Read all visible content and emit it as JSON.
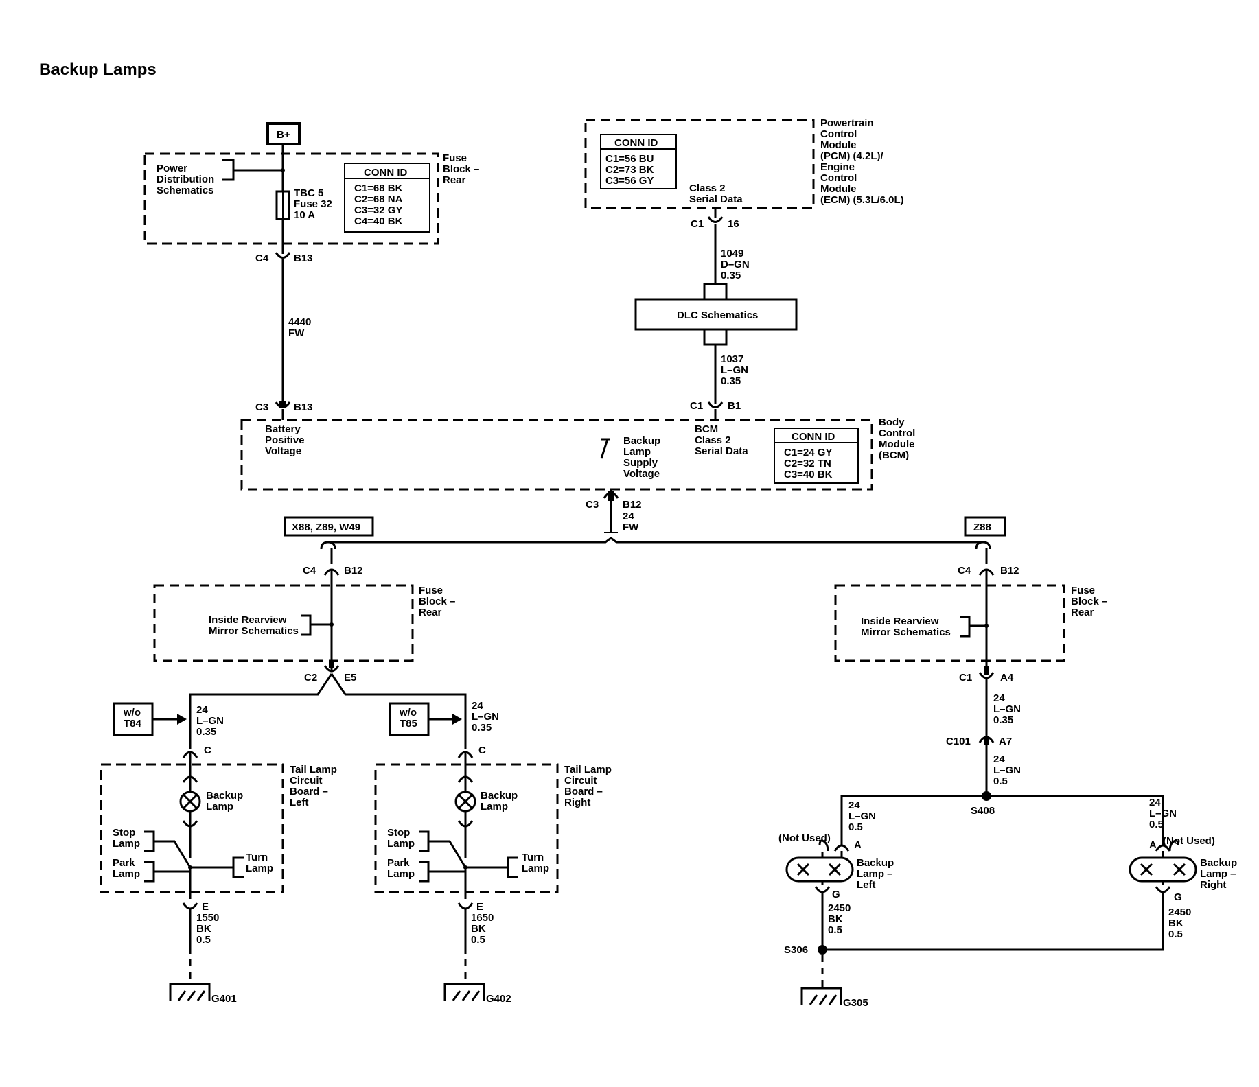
{
  "title": "Backup Lamps",
  "bplus": "B+",
  "fuse_rear": {
    "label": [
      "Fuse",
      "Block –",
      "Rear"
    ],
    "pds": [
      "Power",
      "Distribution",
      "Schematics"
    ],
    "fuse": [
      "TBC 5",
      "Fuse 32",
      "10 A"
    ],
    "conn_title": "CONN ID",
    "conn": [
      "C1=68 BK",
      "C2=68 NA",
      "C3=32 GY",
      "C4=40 BK"
    ],
    "conn_top": [
      "C4",
      "B13"
    ],
    "wire": [
      "4440",
      "FW"
    ]
  },
  "pcm": {
    "label": [
      "Powertrain",
      "Control",
      "Module",
      "(PCM) (4.2L)/",
      "Engine",
      "Control",
      "Module",
      "(ECM) (5.3L/6.0L)"
    ],
    "conn_title": "CONN ID",
    "conn": [
      "C1=56 BU",
      "C2=73 BK",
      "C3=56 GY"
    ],
    "pin_label": [
      "Class 2",
      "Serial Data"
    ],
    "pin": [
      "C1",
      "16"
    ],
    "wire": [
      "1049",
      "D–GN",
      "0.35"
    ]
  },
  "dlc": "DLC Schematics",
  "dlc_wire": [
    "1037",
    "L–GN",
    "0.35"
  ],
  "bcm": {
    "label": [
      "Body",
      "Control",
      "Module",
      "(BCM)"
    ],
    "conn_title": "CONN ID",
    "conn": [
      "C1=24 GY",
      "C2=32 TN",
      "C3=40 BK"
    ],
    "batt": [
      "Battery",
      "Positive",
      "Voltage"
    ],
    "batt_pin": [
      "C3",
      "B13"
    ],
    "serial_pin": [
      "C1",
      "B1"
    ],
    "serial": [
      "BCM",
      "Class 2",
      "Serial Data"
    ],
    "backup": [
      "Backup",
      "Lamp",
      "Supply",
      "Voltage"
    ],
    "out_pin": [
      "C3",
      "B12"
    ],
    "out_wire": [
      "24",
      "FW"
    ]
  },
  "opt_left": "X88, Z89, W49",
  "opt_right": "Z88",
  "fb_left": {
    "pin": [
      "C4",
      "B12"
    ],
    "label": [
      "Fuse",
      "Block –",
      "Rear"
    ],
    "mirror": [
      "Inside Rearview",
      "Mirror Schematics"
    ],
    "out_pin": [
      "C2",
      "E5"
    ]
  },
  "fb_right": {
    "pin": [
      "C4",
      "B12"
    ],
    "label": [
      "Fuse",
      "Block –",
      "Rear"
    ],
    "mirror": [
      "Inside Rearview",
      "Mirror Schematics"
    ],
    "out_pin": [
      "C1",
      "A4"
    ]
  },
  "tail_left": {
    "option": [
      "w/o",
      "T84"
    ],
    "wire": [
      "24",
      "L–GN",
      "0.35"
    ],
    "pin_in": "C",
    "label": [
      "Tail Lamp",
      "Circuit",
      "Board –",
      "Left"
    ],
    "lamp": [
      "Backup",
      "Lamp"
    ],
    "stop": [
      "Stop",
      "Lamp"
    ],
    "park": [
      "Park",
      "Lamp"
    ],
    "turn": [
      "Turn",
      "Lamp"
    ],
    "pin_out": "E",
    "gwire": [
      "1550",
      "BK",
      "0.5"
    ],
    "ground": "G401"
  },
  "tail_right": {
    "option": [
      "w/o",
      "T85"
    ],
    "wire": [
      "24",
      "L–GN",
      "0.35"
    ],
    "pin_in": "C",
    "label": [
      "Tail Lamp",
      "Circuit",
      "Board –",
      "Right"
    ],
    "lamp": [
      "Backup",
      "Lamp"
    ],
    "stop": [
      "Stop",
      "Lamp"
    ],
    "park": [
      "Park",
      "Lamp"
    ],
    "turn": [
      "Turn",
      "Lamp"
    ],
    "pin_out": "E",
    "gwire": [
      "1650",
      "BK",
      "0.5"
    ],
    "ground": "G402"
  },
  "right_branch": {
    "wire1": [
      "24",
      "L–GN",
      "0.35"
    ],
    "c101": [
      "C101",
      "A7"
    ],
    "wire2": [
      "24",
      "L–GN",
      "0.5"
    ],
    "splice": "S408",
    "wire_l": [
      "24",
      "L–GN",
      "0.5"
    ],
    "wire_r": [
      "24",
      "L–GN",
      "0.5"
    ],
    "not_used_l": "(Not Used)",
    "not_used_r": "(Not Used)",
    "pin_a_l": "A",
    "pin_a_r": "A",
    "lamp_l": [
      "Backup",
      "Lamp –",
      "Left"
    ],
    "lamp_r": [
      "Backup",
      "Lamp –",
      "Right"
    ],
    "pin_g_l": "G",
    "pin_g_r": "G",
    "gwire_l": [
      "2450",
      "BK",
      "0.5"
    ],
    "gwire_r": [
      "2450",
      "BK",
      "0.5"
    ],
    "gsplice": "S306",
    "ground": "G305"
  }
}
